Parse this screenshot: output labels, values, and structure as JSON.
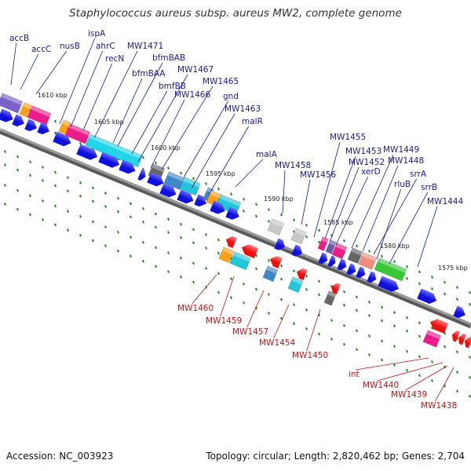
{
  "title": "Staphylococcus aureus subsp. aureus MW2, complete genome",
  "footer": {
    "accession": "Accession: NC_003923",
    "summary": "Topology: circular; Length: 2,820,462 bp; Genes: 2,704"
  },
  "colors": {
    "forward_label": "#1a1aa6",
    "reverse_label": "#d01010",
    "backbone": "#808080",
    "arrow_blue": "#1010dd",
    "arrow_red": "#ee1010",
    "tick_green": "#1a8a1a"
  },
  "scale_labels": [
    "1610 kbp",
    "1605 kbp",
    "1600 kbp",
    "1595 kbp",
    "1590 kbp",
    "1585 kbp",
    "1580 kbp",
    "1575 kbp"
  ],
  "forward_genes": [
    {
      "label": "accB"
    },
    {
      "label": "accC"
    },
    {
      "label": "nusB"
    },
    {
      "label": "ispA"
    },
    {
      "label": "ahrC"
    },
    {
      "label": "recN"
    },
    {
      "label": "MW1471"
    },
    {
      "label": "bfmBAB"
    },
    {
      "label": "bfmBAA"
    },
    {
      "label": "MW1467"
    },
    {
      "label": "bmfBB"
    },
    {
      "label": "MW1465"
    },
    {
      "label": "MW1466"
    },
    {
      "label": "gnd"
    },
    {
      "label": "MW1463"
    },
    {
      "label": "malR"
    },
    {
      "label": "malA"
    },
    {
      "label": "MW1458"
    },
    {
      "label": "MW1456"
    },
    {
      "label": "MW1455"
    },
    {
      "label": "MW1453"
    },
    {
      "label": "MW1452"
    },
    {
      "label": "xerD"
    },
    {
      "label": "MW1449"
    },
    {
      "label": "MW1448"
    },
    {
      "label": "srrA"
    },
    {
      "label": "rluB"
    },
    {
      "label": "srrB"
    },
    {
      "label": "MW1444"
    }
  ],
  "reverse_genes": [
    {
      "label": "MW1460"
    },
    {
      "label": "MW1459"
    },
    {
      "label": "MW1457"
    },
    {
      "label": "MW1454"
    },
    {
      "label": "MW1450"
    },
    {
      "label": "int"
    },
    {
      "label": "MW1440"
    },
    {
      "label": "MW1439"
    },
    {
      "label": "MW1438"
    }
  ]
}
